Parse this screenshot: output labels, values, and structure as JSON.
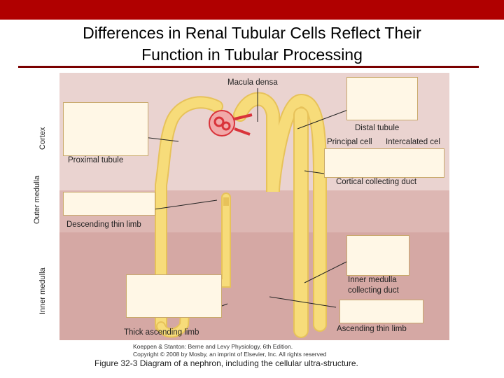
{
  "slide": {
    "title_line1": "Differences in Renal Tubular Cells Reflect Their",
    "title_line2": "Function in Tubular Processing"
  },
  "zones": {
    "cortex": "Cortex",
    "outer_medulla": "Outer medulla",
    "inner_medulla": "Inner medulla"
  },
  "labels": {
    "macula_densa": "Macula densa",
    "proximal_tubule": "Proximal tubule",
    "distal_tubule": "Distal tubule",
    "principal_cell": "Principal cell",
    "intercalated_cell": "Intercalated cel",
    "cortical_collecting_duct": "Cortical collecting duct",
    "descending_thin_limb": "Descending thin limb",
    "inner_medulla_collecting_duct_line1": "Inner medulla",
    "inner_medulla_collecting_duct_line2": "collecting duct",
    "thick_ascending_limb": "Thick ascending limb",
    "ascending_thin_limb": "Ascending thin limb"
  },
  "credits": {
    "line1": "Koeppen & Stanton: Berne and Levy Physiology, 6th Edition.",
    "line2": "Copyright © 2008 by Mosby, an imprint of Elsevier, Inc. All rights reserved"
  },
  "caption": "Figure 32-3 Diagram of a nephron, including the cellular ultra-structure.",
  "colors": {
    "topbar": "#b00000",
    "rule": "#7a0000",
    "cortex_bg": "#ead3d0",
    "outer_medulla_bg": "#ddb7b3",
    "inner_medulla_bg": "#d5a8a4",
    "tubule_fill": "#f7dc7a",
    "tubule_stroke": "#e7c25a",
    "glomerulus": "#d9333a"
  }
}
